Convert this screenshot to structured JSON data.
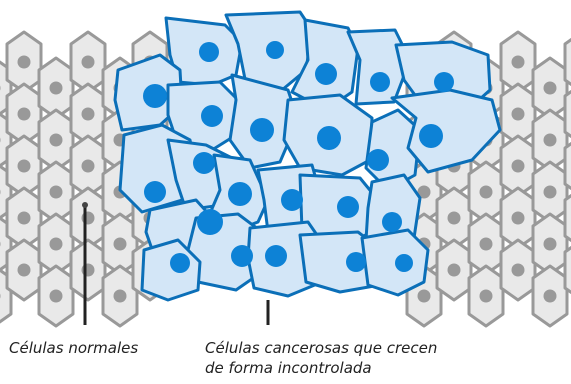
{
  "labels": {
    "normal_cells": "Células normales",
    "cancer_cells_line1": "Células cancerosas que crecen",
    "cancer_cells_line2": "de forma incontrolada"
  },
  "colors": {
    "normal_cell_fill": "#e9e9e9",
    "normal_cell_outline": "#999999",
    "normal_nucleus": "#999999",
    "cancer_cell_fill": "#d3e6f7",
    "cancer_cell_outline": "#0b6fb8",
    "cancer_nucleus": "#0d82d6",
    "label_text": "#222222"
  }
}
